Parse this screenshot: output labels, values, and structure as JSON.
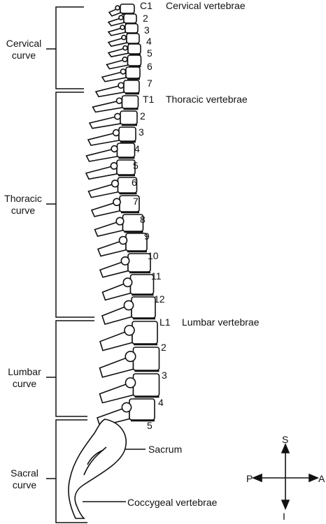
{
  "curve_labels": [
    {
      "line1": "Cervical",
      "line2": "curve"
    },
    {
      "line1": "Thoracic",
      "line2": "curve"
    },
    {
      "line1": "Lumbar",
      "line2": "curve"
    },
    {
      "line1": "Sacral",
      "line2": "curve"
    }
  ],
  "region_labels": {
    "cervical": "Cervical vertebrae",
    "thoracic": "Thoracic vertebrae",
    "lumbar": "Lumbar vertebrae",
    "sacrum": "Sacrum",
    "coccyx": "Coccygeal vertebrae"
  },
  "cervical_numbers": [
    "C1",
    "2",
    "3",
    "4",
    "5",
    "6",
    "7"
  ],
  "thoracic_numbers": [
    "T1",
    "2",
    "3",
    "4",
    "5",
    "6",
    "7",
    "8",
    "9",
    "10",
    "11",
    "12"
  ],
  "lumbar_numbers": [
    "L1",
    "2",
    "3",
    "4",
    "5"
  ],
  "directions": {
    "superior": "S",
    "inferior": "I",
    "posterior": "P",
    "anterior": "A"
  }
}
